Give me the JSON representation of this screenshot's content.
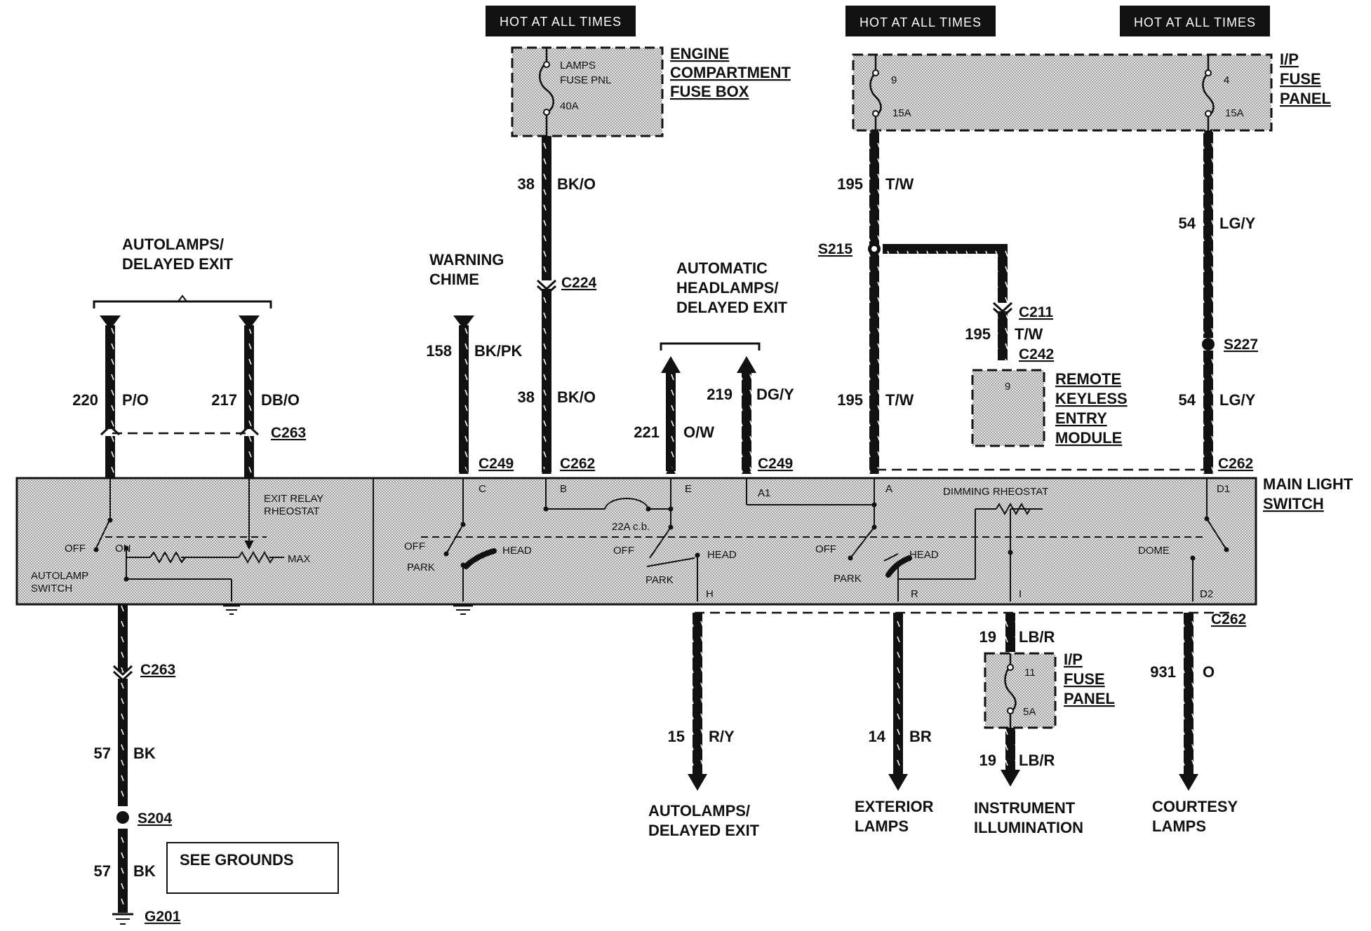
{
  "hot_labels": {
    "engine": "HOT AT ALL TIMES",
    "ip195": "HOT AT ALL TIMES",
    "ip54": "HOT AT ALL TIMES"
  },
  "engine_fuse_box": {
    "title_lines": [
      "ENGINE",
      "COMPARTMENT",
      "FUSE BOX"
    ],
    "fuse_lines": [
      "LAMPS",
      "FUSE PNL",
      "40A"
    ]
  },
  "ip_fuse_panel_top": {
    "title_lines": [
      "I/P",
      "FUSE",
      "PANEL"
    ],
    "fuse9": {
      "number": "9",
      "rating": "15A"
    },
    "fuse4": {
      "number": "4",
      "rating": "15A"
    }
  },
  "ip_fuse_panel_bottom": {
    "title_lines": [
      "I/P",
      "FUSE",
      "PANEL"
    ],
    "fuse_number": "11",
    "fuse_rating": "5A"
  },
  "rke_module": {
    "title_lines": [
      "REMOTE",
      "KEYLESS",
      "ENTRY",
      "MODULE"
    ],
    "pin": "9"
  },
  "main_switch": {
    "title_lines": [
      "MAIN LIGHT",
      "SWITCH"
    ],
    "exit_relay_lines": [
      "EXIT RELAY",
      "RHEOSTAT"
    ],
    "off": "OFF",
    "on": "ON",
    "max": "MAX",
    "autolamp_switch_lines": [
      "AUTOLAMP",
      "SWITCH"
    ],
    "park": "PARK",
    "head": "HEAD",
    "circuit_breaker": "22A c.b.",
    "dimming": "DIMMING RHEOSTAT",
    "dome": "DOME",
    "pins": {
      "c": "C",
      "b": "B",
      "e": "E",
      "a1": "A1",
      "a": "A",
      "d1": "D1",
      "h": "H",
      "r": "R",
      "i": "I",
      "d2": "D2"
    }
  },
  "destinations": {
    "autolamps_top": [
      "AUTOLAMPS/",
      "DELAYED EXIT"
    ],
    "warning_chime": [
      "WARNING",
      "CHIME"
    ],
    "auto_headlamps": [
      "AUTOMATIC",
      "HEADLAMPS/",
      "DELAYED EXIT"
    ],
    "autolamps_bottom": [
      "AUTOLAMPS/",
      "DELAYED EXIT"
    ],
    "exterior": [
      "EXTERIOR",
      "LAMPS"
    ],
    "instrument": [
      "INSTRUMENT",
      "ILLUMINATION"
    ],
    "courtesy": [
      "COURTESY",
      "LAMPS"
    ]
  },
  "wires": {
    "w220": {
      "num": "220",
      "color": "P/O"
    },
    "w217": {
      "num": "217",
      "color": "DB/O"
    },
    "w158": {
      "num": "158",
      "color": "BK/PK"
    },
    "w38a": {
      "num": "38",
      "color": "BK/O"
    },
    "w38b": {
      "num": "38",
      "color": "BK/O"
    },
    "w221": {
      "num": "221",
      "color": "O/W"
    },
    "w219": {
      "num": "219",
      "color": "DG/Y"
    },
    "w195a": {
      "num": "195",
      "color": "T/W"
    },
    "w195b": {
      "num": "195",
      "color": "T/W"
    },
    "w195c": {
      "num": "195",
      "color": "T/W"
    },
    "w54a": {
      "num": "54",
      "color": "LG/Y"
    },
    "w54b": {
      "num": "54",
      "color": "LG/Y"
    },
    "w57a": {
      "num": "57",
      "color": "BK"
    },
    "w57b": {
      "num": "57",
      "color": "BK"
    },
    "w15": {
      "num": "15",
      "color": "R/Y"
    },
    "w14": {
      "num": "14",
      "color": "BR"
    },
    "w19a": {
      "num": "19",
      "color": "LB/R"
    },
    "w19b": {
      "num": "19",
      "color": "LB/R"
    },
    "w931": {
      "num": "931",
      "color": "O"
    }
  },
  "connectors": {
    "c263_top": "C263",
    "c263_bottom": "C263",
    "c249_left": "C249",
    "c249_right": "C249",
    "c262_a": "C262",
    "c262_b": "C262",
    "c262_bottom": "C262",
    "c224": "C224",
    "c211": "C211",
    "c242": "C242",
    "s215": "S215",
    "s227": "S227",
    "s204": "S204",
    "g201": "G201"
  },
  "see_grounds": "SEE GROUNDS"
}
